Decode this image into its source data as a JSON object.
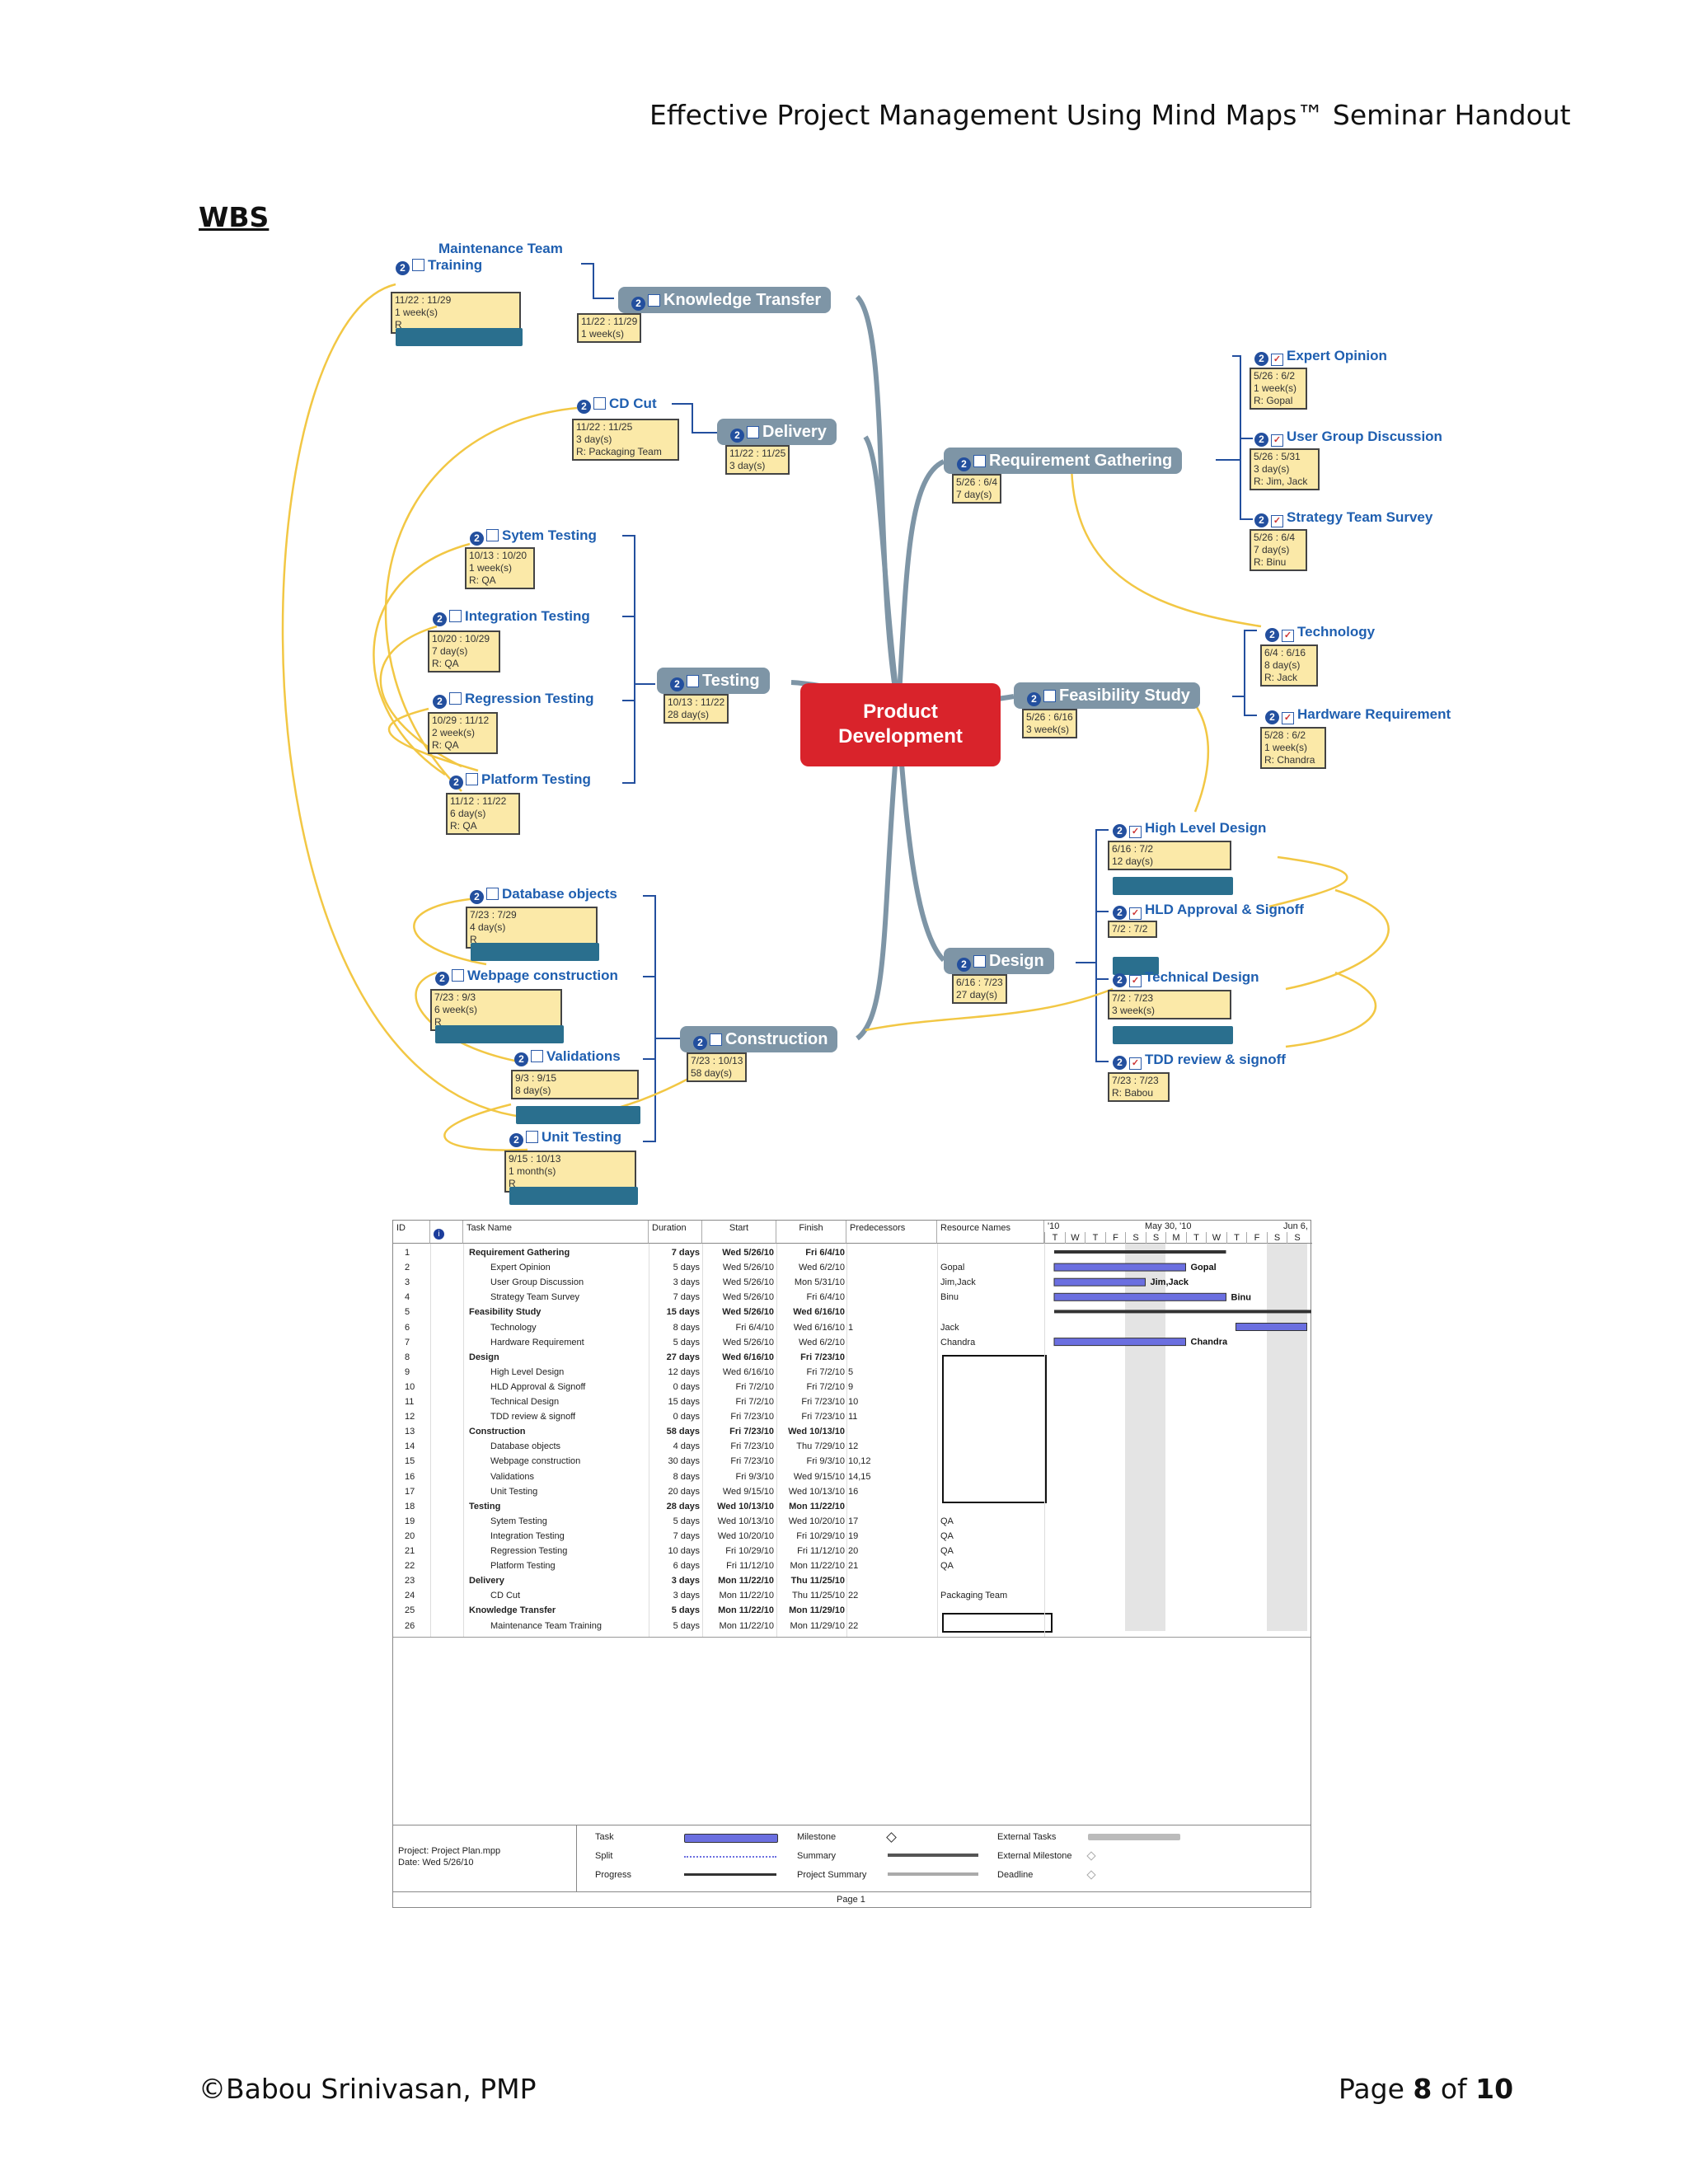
{
  "header": {
    "title": "Effective Project Management Using Mind Maps™ Seminar Handout"
  },
  "section_title": "WBS",
  "mindmap": {
    "root": "Product Development",
    "branches": [
      {
        "label": "Knowledge Transfer",
        "num": "2",
        "box": [
          "11/22 : 11/29",
          "1 week(s)"
        ]
      },
      {
        "label": "Delivery",
        "num": "2",
        "box": [
          "11/22 : 11/25",
          "3 day(s)"
        ]
      },
      {
        "label": "Testing",
        "num": "2",
        "box": [
          "10/13 : 11/22",
          "28 day(s)"
        ]
      },
      {
        "label": "Construction",
        "num": "2",
        "box": [
          "7/23 : 10/13",
          "58 day(s)"
        ]
      },
      {
        "label": "Requirement Gathering",
        "num": "2",
        "box": [
          "5/26 : 6/4",
          "7 day(s)"
        ]
      },
      {
        "label": "Feasibility Study",
        "num": "2",
        "box": [
          "5/26 : 6/16",
          "3 week(s)"
        ]
      },
      {
        "label": "Design",
        "num": "2",
        "box": [
          "6/16 : 7/23",
          "27 day(s)"
        ]
      }
    ],
    "leaves": [
      {
        "label": "Maintenance Team Training",
        "num": "2",
        "box": [
          "11/22 : 11/29",
          "1 week(s)",
          "R"
        ]
      },
      {
        "label": "CD Cut",
        "num": "2",
        "box": [
          "11/22 : 11/25",
          "3 day(s)",
          "R: Packaging Team"
        ]
      },
      {
        "label": "Sytem Testing",
        "num": "2",
        "box": [
          "10/13 : 10/20",
          "1 week(s)",
          "R: QA"
        ]
      },
      {
        "label": "Integration Testing",
        "num": "2",
        "box": [
          "10/20 : 10/29",
          "7 day(s)",
          "R: QA"
        ]
      },
      {
        "label": "Regression Testing",
        "num": "2",
        "box": [
          "10/29 : 11/12",
          "2 week(s)",
          "R: QA"
        ]
      },
      {
        "label": "Platform Testing",
        "num": "2",
        "box": [
          "11/12 : 11/22",
          "6 day(s)",
          "R: QA"
        ]
      },
      {
        "label": "Database objects",
        "num": "2",
        "box": [
          "7/23 : 7/29",
          "4 day(s)",
          "R"
        ]
      },
      {
        "label": "Webpage construction",
        "num": "2",
        "box": [
          "7/23 : 9/3",
          "6 week(s)",
          "R"
        ]
      },
      {
        "label": "Validations",
        "num": "2",
        "box": [
          "9/3 : 9/15",
          "8 day(s)",
          ""
        ]
      },
      {
        "label": "Unit Testing",
        "num": "2",
        "box": [
          "9/15 : 10/13",
          "1 month(s)",
          "R"
        ]
      },
      {
        "label": "Expert Opinion",
        "num": "2",
        "box": [
          "5/26 : 6/2",
          "1 week(s)",
          "R: Gopal"
        ]
      },
      {
        "label": "User Group Discussion",
        "num": "2",
        "box": [
          "5/26 : 5/31",
          "3 day(s)",
          "R: Jim, Jack"
        ]
      },
      {
        "label": "Strategy Team Survey",
        "num": "2",
        "box": [
          "5/26 : 6/4",
          "7 day(s)",
          "R: Binu"
        ]
      },
      {
        "label": "Technology",
        "num": "2",
        "box": [
          "6/4 : 6/16",
          "8 day(s)",
          "R: Jack"
        ]
      },
      {
        "label": "Hardware Requirement",
        "num": "2",
        "box": [
          "5/28 : 6/2",
          "1 week(s)",
          "R: Chandra"
        ]
      },
      {
        "label": "High Level Design",
        "num": "2",
        "box": [
          "6/16 : 7/2",
          "12 day(s)",
          ""
        ]
      },
      {
        "label": "HLD Approval & Signoff",
        "num": "2",
        "box": [
          "7/2 : 7/2",
          "",
          ""
        ]
      },
      {
        "label": "Technical Design",
        "num": "2",
        "box": [
          "7/2 : 7/23",
          "3 week(s)",
          ""
        ]
      },
      {
        "label": "TDD review & signoff",
        "num": "2",
        "box": [
          "7/23 : 7/23",
          "R: Babou",
          ""
        ]
      }
    ]
  },
  "gantt": {
    "headers": {
      "id": "ID",
      "task": "Task Name",
      "duration": "Duration",
      "start": "Start",
      "finish": "Finish",
      "pred": "Predecessors",
      "res": "Resource Names"
    },
    "timescale": {
      "top": [
        "'10",
        "May 30, '10",
        "Jun 6,"
      ],
      "days": [
        "T",
        "W",
        "T",
        "F",
        "S",
        "S",
        "M",
        "T",
        "W",
        "T",
        "F",
        "S",
        "S"
      ]
    },
    "rows": [
      {
        "id": "1",
        "task": "Requirement Gathering",
        "dur": "7 days",
        "start": "Wed 5/26/10",
        "finish": "Fri 6/4/10",
        "pred": "",
        "res": "",
        "summary": true
      },
      {
        "id": "2",
        "task": "Expert Opinion",
        "dur": "5 days",
        "start": "Wed 5/26/10",
        "finish": "Wed 6/2/10",
        "pred": "",
        "res": "Gopal",
        "summary": false
      },
      {
        "id": "3",
        "task": "User Group Discussion",
        "dur": "3 days",
        "start": "Wed 5/26/10",
        "finish": "Mon 5/31/10",
        "pred": "",
        "res": "Jim,Jack",
        "summary": false
      },
      {
        "id": "4",
        "task": "Strategy Team Survey",
        "dur": "7 days",
        "start": "Wed 5/26/10",
        "finish": "Fri 6/4/10",
        "pred": "",
        "res": "Binu",
        "summary": false
      },
      {
        "id": "5",
        "task": "Feasibility Study",
        "dur": "15 days",
        "start": "Wed 5/26/10",
        "finish": "Wed 6/16/10",
        "pred": "",
        "res": "",
        "summary": true
      },
      {
        "id": "6",
        "task": "Technology",
        "dur": "8 days",
        "start": "Fri 6/4/10",
        "finish": "Wed 6/16/10",
        "pred": "1",
        "res": "Jack",
        "summary": false
      },
      {
        "id": "7",
        "task": "Hardware Requirement",
        "dur": "5 days",
        "start": "Wed 5/26/10",
        "finish": "Wed 6/2/10",
        "pred": "",
        "res": "Chandra",
        "summary": false
      },
      {
        "id": "8",
        "task": "Design",
        "dur": "27 days",
        "start": "Wed 6/16/10",
        "finish": "Fri 7/23/10",
        "pred": "",
        "res": "",
        "summary": true
      },
      {
        "id": "9",
        "task": "High Level Design",
        "dur": "12 days",
        "start": "Wed 6/16/10",
        "finish": "Fri 7/2/10",
        "pred": "5",
        "res": "",
        "summary": false
      },
      {
        "id": "10",
        "task": "HLD Approval & Signoff",
        "dur": "0 days",
        "start": "Fri 7/2/10",
        "finish": "Fri 7/2/10",
        "pred": "9",
        "res": "",
        "summary": false
      },
      {
        "id": "11",
        "task": "Technical Design",
        "dur": "15 days",
        "start": "Fri 7/2/10",
        "finish": "Fri 7/23/10",
        "pred": "10",
        "res": "",
        "summary": false
      },
      {
        "id": "12",
        "task": "TDD review & signoff",
        "dur": "0 days",
        "start": "Fri 7/23/10",
        "finish": "Fri 7/23/10",
        "pred": "11",
        "res": "",
        "summary": false
      },
      {
        "id": "13",
        "task": "Construction",
        "dur": "58 days",
        "start": "Fri 7/23/10",
        "finish": "Wed 10/13/10",
        "pred": "",
        "res": "",
        "summary": true
      },
      {
        "id": "14",
        "task": "Database objects",
        "dur": "4 days",
        "start": "Fri 7/23/10",
        "finish": "Thu 7/29/10",
        "pred": "12",
        "res": "",
        "summary": false
      },
      {
        "id": "15",
        "task": "Webpage construction",
        "dur": "30 days",
        "start": "Fri 7/23/10",
        "finish": "Fri 9/3/10",
        "pred": "10,12",
        "res": "",
        "summary": false
      },
      {
        "id": "16",
        "task": "Validations",
        "dur": "8 days",
        "start": "Fri 9/3/10",
        "finish": "Wed 9/15/10",
        "pred": "14,15",
        "res": "",
        "summary": false
      },
      {
        "id": "17",
        "task": "Unit Testing",
        "dur": "20 days",
        "start": "Wed 9/15/10",
        "finish": "Wed 10/13/10",
        "pred": "16",
        "res": "",
        "summary": false
      },
      {
        "id": "18",
        "task": "Testing",
        "dur": "28 days",
        "start": "Wed 10/13/10",
        "finish": "Mon 11/22/10",
        "pred": "",
        "res": "",
        "summary": true
      },
      {
        "id": "19",
        "task": "Sytem Testing",
        "dur": "5 days",
        "start": "Wed 10/13/10",
        "finish": "Wed 10/20/10",
        "pred": "17",
        "res": "QA",
        "summary": false
      },
      {
        "id": "20",
        "task": "Integration Testing",
        "dur": "7 days",
        "start": "Wed 10/20/10",
        "finish": "Fri 10/29/10",
        "pred": "19",
        "res": "QA",
        "summary": false
      },
      {
        "id": "21",
        "task": "Regression Testing",
        "dur": "10 days",
        "start": "Fri 10/29/10",
        "finish": "Fri 11/12/10",
        "pred": "20",
        "res": "QA",
        "summary": false
      },
      {
        "id": "22",
        "task": "Platform Testing",
        "dur": "6 days",
        "start": "Fri 11/12/10",
        "finish": "Mon 11/22/10",
        "pred": "21",
        "res": "QA",
        "summary": false
      },
      {
        "id": "23",
        "task": "Delivery",
        "dur": "3 days",
        "start": "Mon 11/22/10",
        "finish": "Thu 11/25/10",
        "pred": "",
        "res": "",
        "summary": true
      },
      {
        "id": "24",
        "task": "CD Cut",
        "dur": "3 days",
        "start": "Mon 11/22/10",
        "finish": "Thu 11/25/10",
        "pred": "22",
        "res": "Packaging Team",
        "summary": false
      },
      {
        "id": "25",
        "task": "Knowledge Transfer",
        "dur": "5 days",
        "start": "Mon 11/22/10",
        "finish": "Mon 11/29/10",
        "pred": "",
        "res": "",
        "summary": true
      },
      {
        "id": "26",
        "task": "Maintenance Team Training",
        "dur": "5 days",
        "start": "Mon 11/22/10",
        "finish": "Mon 11/29/10",
        "pred": "22",
        "res": "",
        "summary": false
      }
    ],
    "bar_labels": {
      "gopal": "Gopal",
      "jimjack": "Jim,Jack",
      "binu": "Binu",
      "chandra": "Chandra"
    },
    "footer": {
      "project": "Project: Project Plan.mpp",
      "date": "Date: Wed 5/26/10",
      "legend": [
        "Task",
        "Split",
        "Progress",
        "Milestone",
        "Summary",
        "Project Summary",
        "External Tasks",
        "External Milestone",
        "Deadline"
      ],
      "page": "Page 1"
    }
  },
  "footer": {
    "copyright": "©Babou Srinivasan, PMP",
    "page_prefix": "Page ",
    "page_num": "8",
    "page_of": " of ",
    "page_total": "10"
  },
  "colors": {
    "branch": "#7e95a6",
    "root": "#d9232b",
    "leaf_text": "#1f5fb0",
    "box": "#fbe9a8",
    "link": "#f2c744",
    "gantt_bar": "#6b6fe0"
  }
}
